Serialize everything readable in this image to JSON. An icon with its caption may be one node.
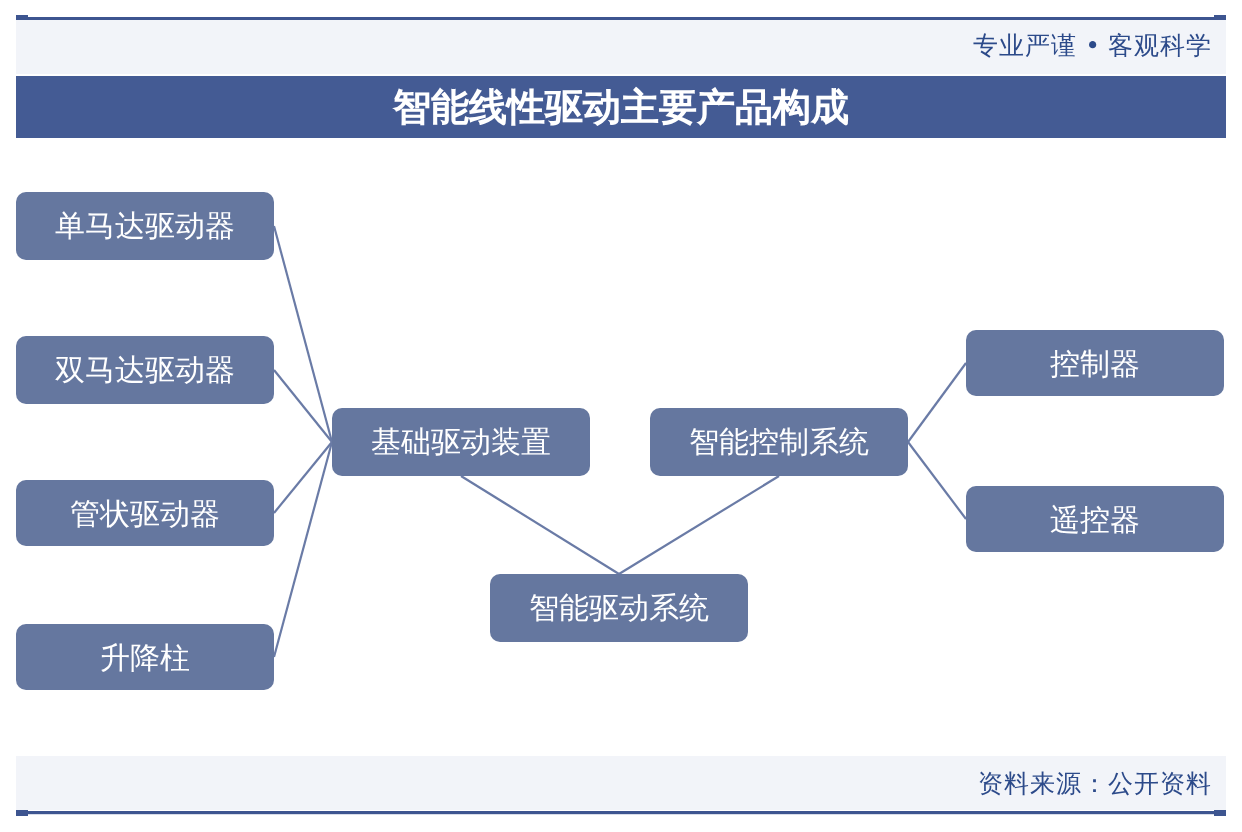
{
  "diagram": {
    "title": "智能线性驱动主要产品构成",
    "nodes": [
      {
        "text": [
          "单马达驱动器"
        ]
      },
      {
        "text": [
          "双马达驱动器"
        ]
      },
      {
        "text": [
          "管状驱动器"
        ]
      },
      {
        "text": [
          "升降柱"
        ]
      },
      {
        "text": [
          "基础驱动装置"
        ]
      },
      {
        "text": [
          "智能驱动系统"
        ]
      },
      {
        "text": [
          "智能控制系统"
        ]
      },
      {
        "text": [
          "控制器"
        ]
      },
      {
        "text": [
          "遥控器"
        ]
      }
    ],
    "edges": [
      {
        "from": 5,
        "to": 4,
        "arrow": "none"
      },
      {
        "from": 5,
        "to": 6,
        "arrow": "none"
      },
      {
        "from": 4,
        "to": 0,
        "arrow": "none"
      },
      {
        "from": 4,
        "to": 1,
        "arrow": "none"
      },
      {
        "from": 4,
        "to": 2,
        "arrow": "none"
      },
      {
        "from": 4,
        "to": 3,
        "arrow": "none"
      },
      {
        "from": 6,
        "to": 7,
        "arrow": "none"
      },
      {
        "from": 6,
        "to": 8,
        "arrow": "none"
      }
    ],
    "labels": [
      "专业严谨 • 客观科学",
      "资料来源：公开资料"
    ]
  }
}
